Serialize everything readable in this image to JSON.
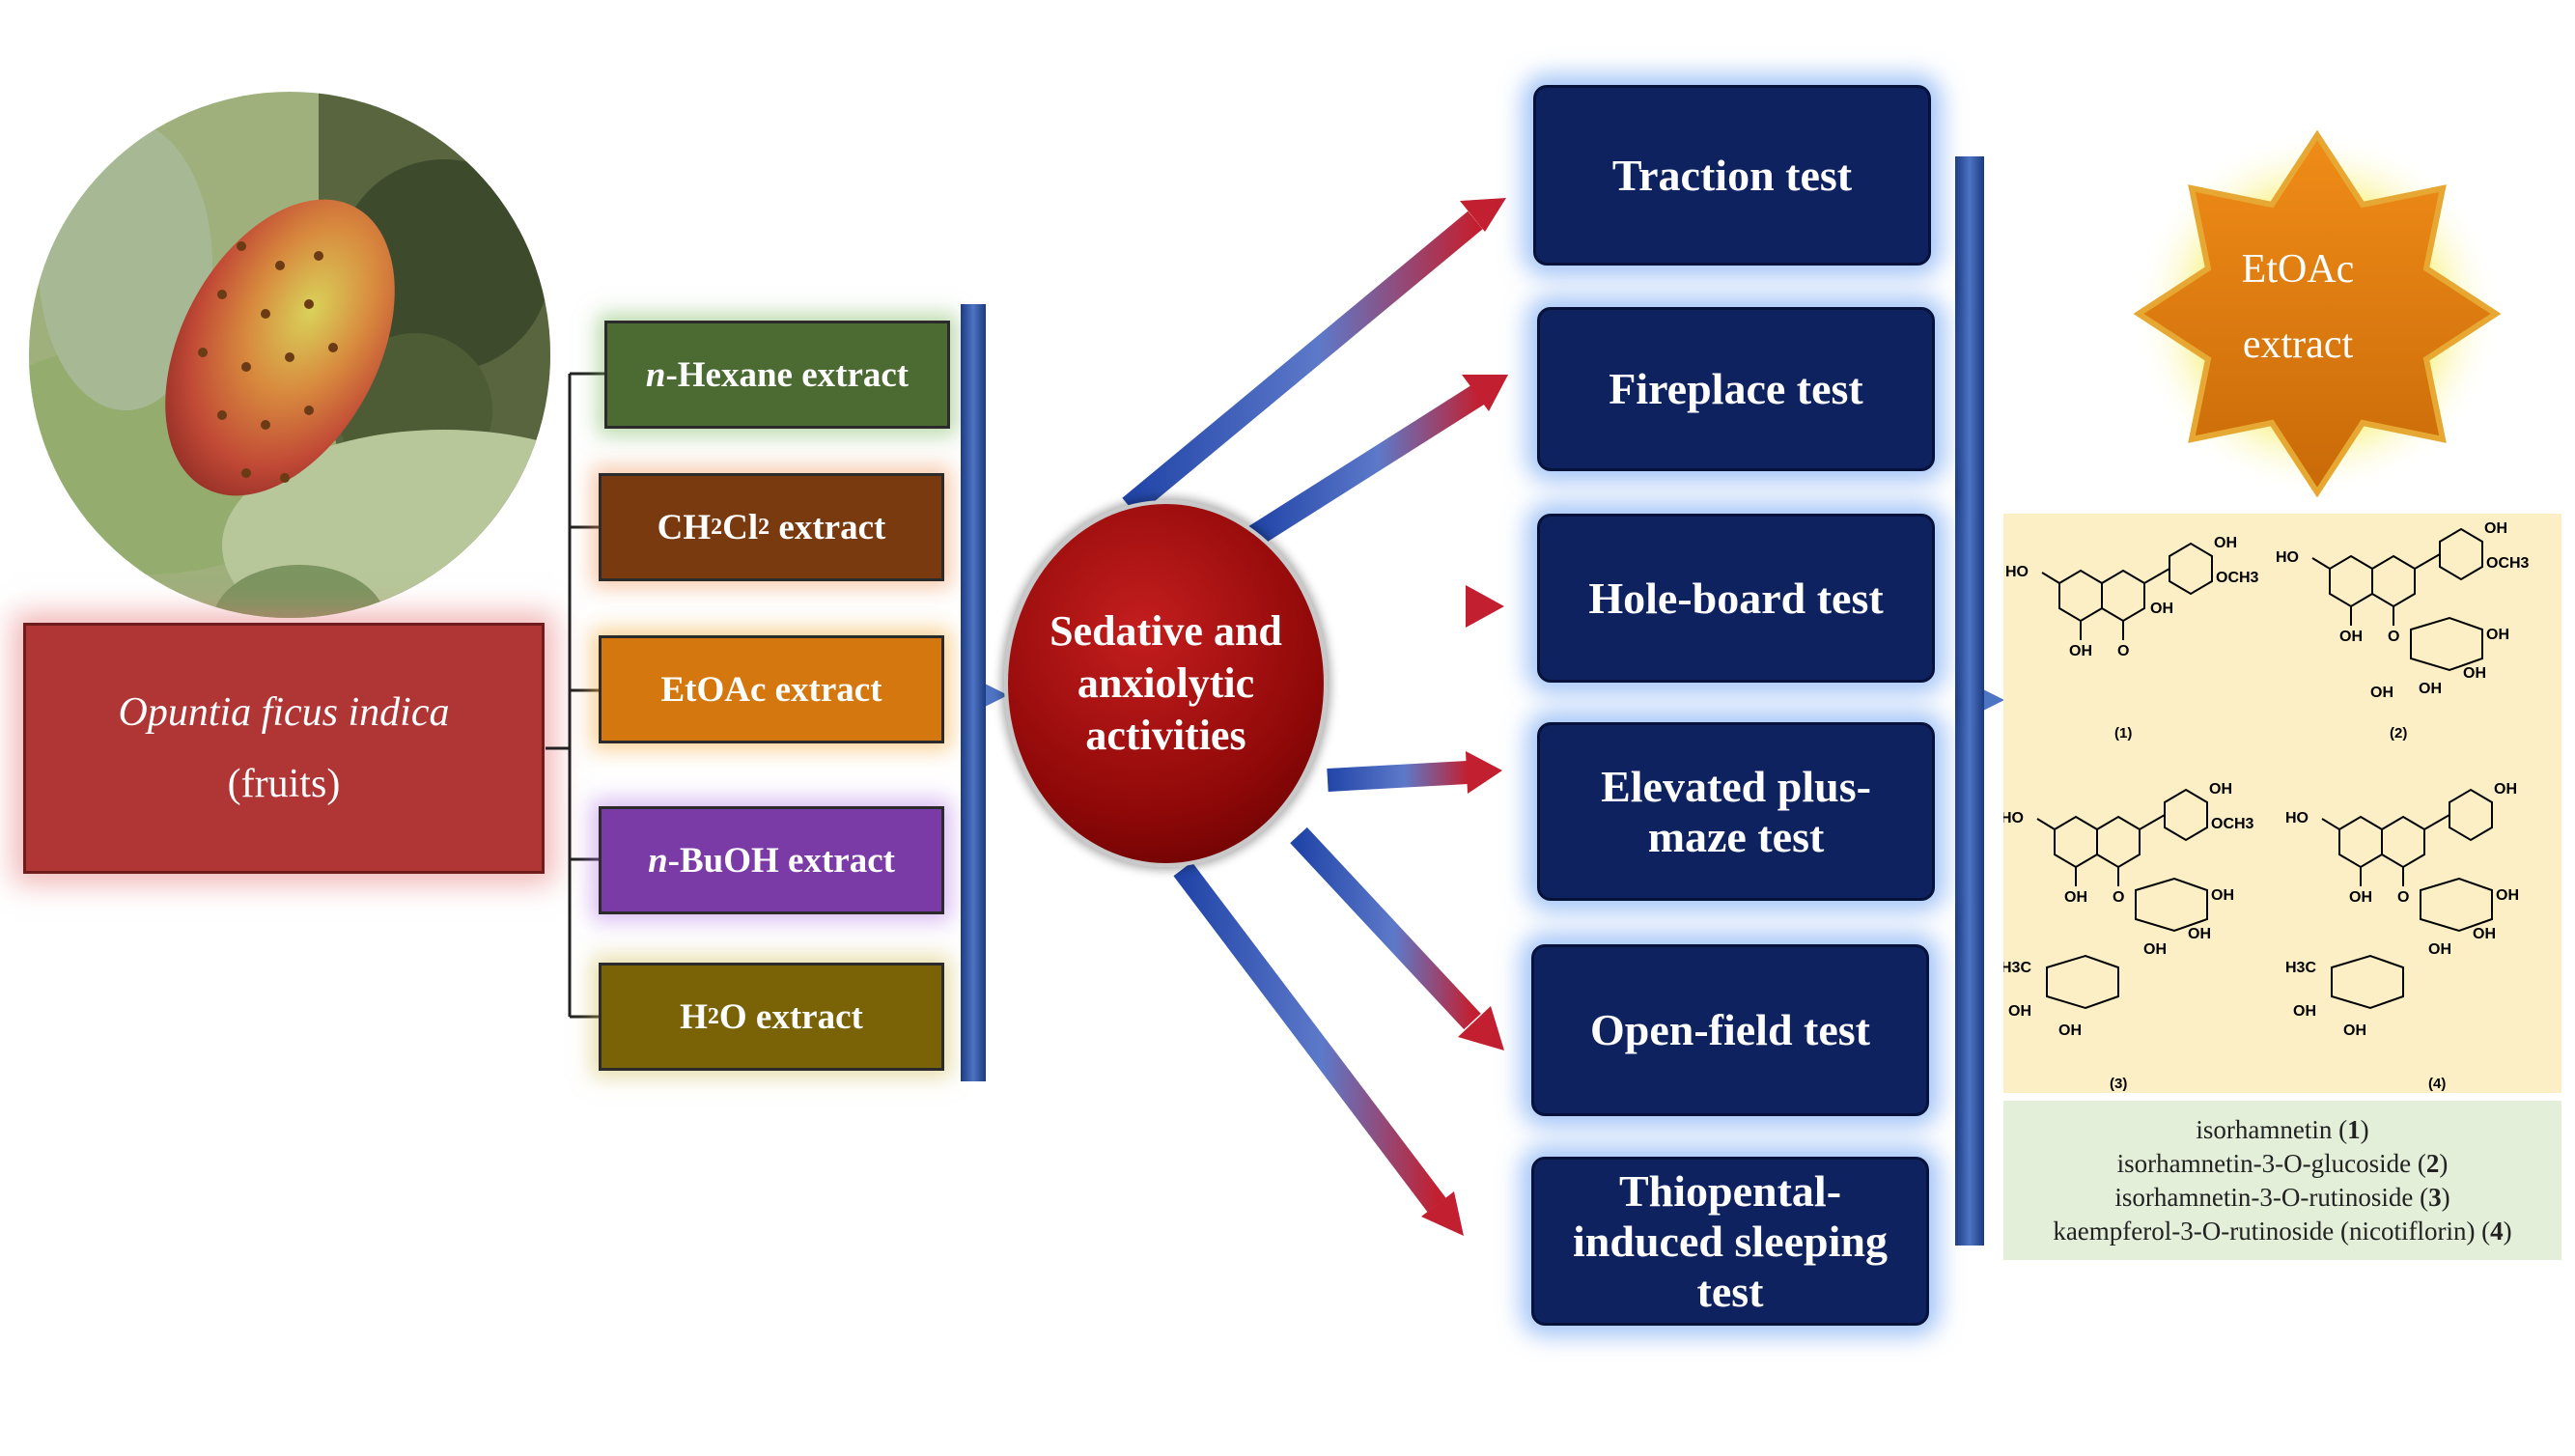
{
  "source": {
    "name": "Opuntia ficus indica",
    "part": "(fruits)"
  },
  "extracts": {
    "hexane": {
      "prefix": "n",
      "text": "-Hexane extract"
    },
    "dcm": {
      "a": "CH",
      "s1": "2",
      "b": "Cl",
      "s2": "2",
      "c": " extract"
    },
    "etoac": "EtOAc extract",
    "buoh": {
      "prefix": "n",
      "text": "-BuOH extract"
    },
    "water": {
      "a": "H",
      "s": "2",
      "b": "O extract"
    }
  },
  "activity": {
    "line1": "Sedative and",
    "line2": "anxiolytic",
    "line3": "activities"
  },
  "tests": {
    "traction": "Traction test",
    "fireplace": "Fireplace test",
    "holeboard": "Hole-board test",
    "epm": {
      "line1": "Elevated plus-",
      "line2": "maze test"
    },
    "openfield": "Open-field test",
    "thiopental": {
      "line1": "Thiopental-",
      "line2": "induced sleeping",
      "line3": "test"
    }
  },
  "star": {
    "line1": "EtOAc",
    "line2": "extract",
    "color": "#e07d10"
  },
  "structure_labels": {
    "c1": "(1)",
    "c2": "(2)",
    "c3": "(3)",
    "c4": "(4)"
  },
  "atoms": {
    "oh": "OH",
    "ho": "HO",
    "och3": "OCH3",
    "h3c": "H3C",
    "o": "O"
  },
  "compounds": [
    {
      "name": "isorhamnetin (",
      "num": "1",
      "end": ")"
    },
    {
      "name": "isorhamnetin-3-O-glucoside (",
      "num": "2",
      "end": ")"
    },
    {
      "name": "isorhamnetin-3-O-rutinoside (",
      "num": "3",
      "end": ")"
    },
    {
      "name": "kaempferol-3-O-rutinoside (nicotiflorin) (",
      "num": "4",
      "end": ")"
    }
  ]
}
